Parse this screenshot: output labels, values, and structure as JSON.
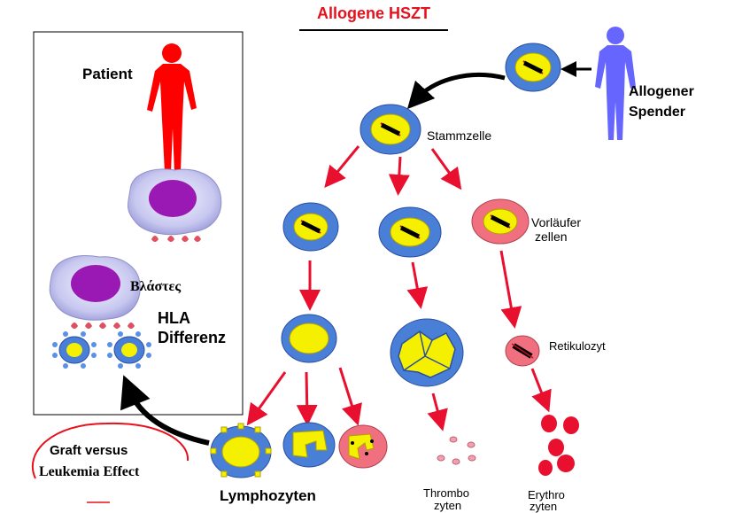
{
  "title": "Allogene HSZT",
  "patient": {
    "label": "Patient",
    "blast_label": "Βλάστες",
    "hla_label_line1": "HLA",
    "hla_label_line2": "Differenz"
  },
  "donor": {
    "label_line1": "Allogener",
    "label_line2": "Spender"
  },
  "cells": {
    "stem_cell": "Stammzelle",
    "precursor_line1": "Vorläufer",
    "precursor_line2": "zellen",
    "reticulocyte": "Retikulozyt",
    "lymphocytes": "Lymphozyten",
    "thrombocytes_line1": "Thrombo",
    "thrombocytes_line2": "zyten",
    "erythrocytes_line1": "Erythro",
    "erythrocytes_line2": "zyten"
  },
  "gvl": {
    "line1": "Graft versus",
    "line2": "Leukemia Effect"
  },
  "colors": {
    "title": "#e8101c",
    "arrow": "#e8102e",
    "patient": "#ff0000",
    "donor": "#6666ff",
    "cell_blue": "#4a7fd8",
    "cell_yellow": "#f5f000",
    "cell_pink": "#f07080",
    "blast_purple": "#9a18b4"
  }
}
